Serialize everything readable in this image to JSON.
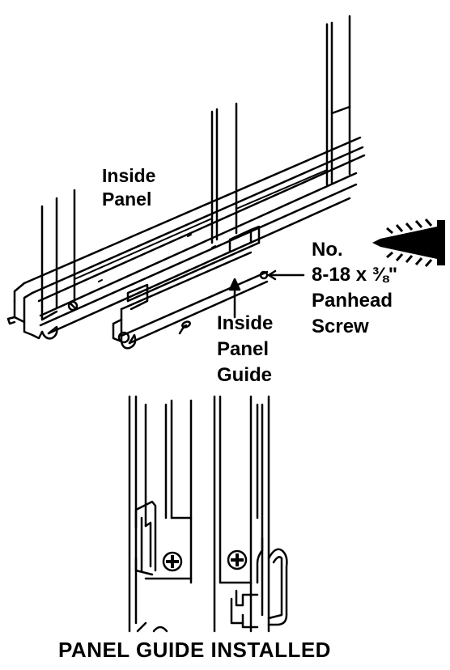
{
  "labels": {
    "inside_panel_line1": "Inside",
    "inside_panel_line2": "Panel",
    "screw_line1": "No.",
    "screw_line2": "8-18 x ⅜\"",
    "screw_line3": "Panhead",
    "screw_line4": "Screw",
    "guide_line1": "Inside",
    "guide_line2": "Panel",
    "guide_line3": "Guide",
    "caption": "PANEL GUIDE INSTALLED"
  },
  "colors": {
    "ink": "#000000",
    "paper": "#ffffff"
  },
  "icons": [
    "screw-icon",
    "phillips-screw-head-icon"
  ]
}
